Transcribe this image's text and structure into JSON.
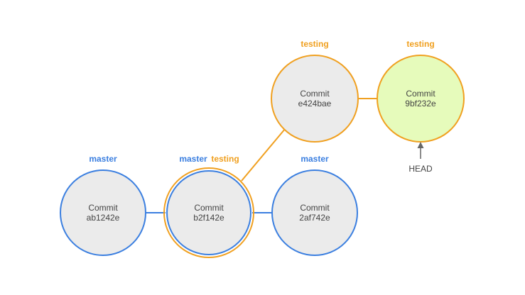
{
  "colors": {
    "master": "#3b7fe0",
    "testing": "#f0a020",
    "commit_fill": "#ebebeb",
    "head_commit_fill": "#e6fbbb",
    "arrow": "#666666",
    "text": "#444444"
  },
  "commits": [
    {
      "id": "ab1242e",
      "title": "Commit",
      "hash": "ab1242e"
    },
    {
      "id": "b2f142e",
      "title": "Commit",
      "hash": "b2f142e"
    },
    {
      "id": "2af742e",
      "title": "Commit",
      "hash": "2af742e"
    },
    {
      "id": "e424bae",
      "title": "Commit",
      "hash": "e424bae"
    },
    {
      "id": "9bf232e",
      "title": "Commit",
      "hash": "9bf232e"
    }
  ],
  "labels": {
    "master_1": "master",
    "master_2": "master",
    "testing_2": "testing",
    "master_3": "master",
    "testing_4": "testing",
    "testing_5": "testing",
    "head": "HEAD"
  }
}
